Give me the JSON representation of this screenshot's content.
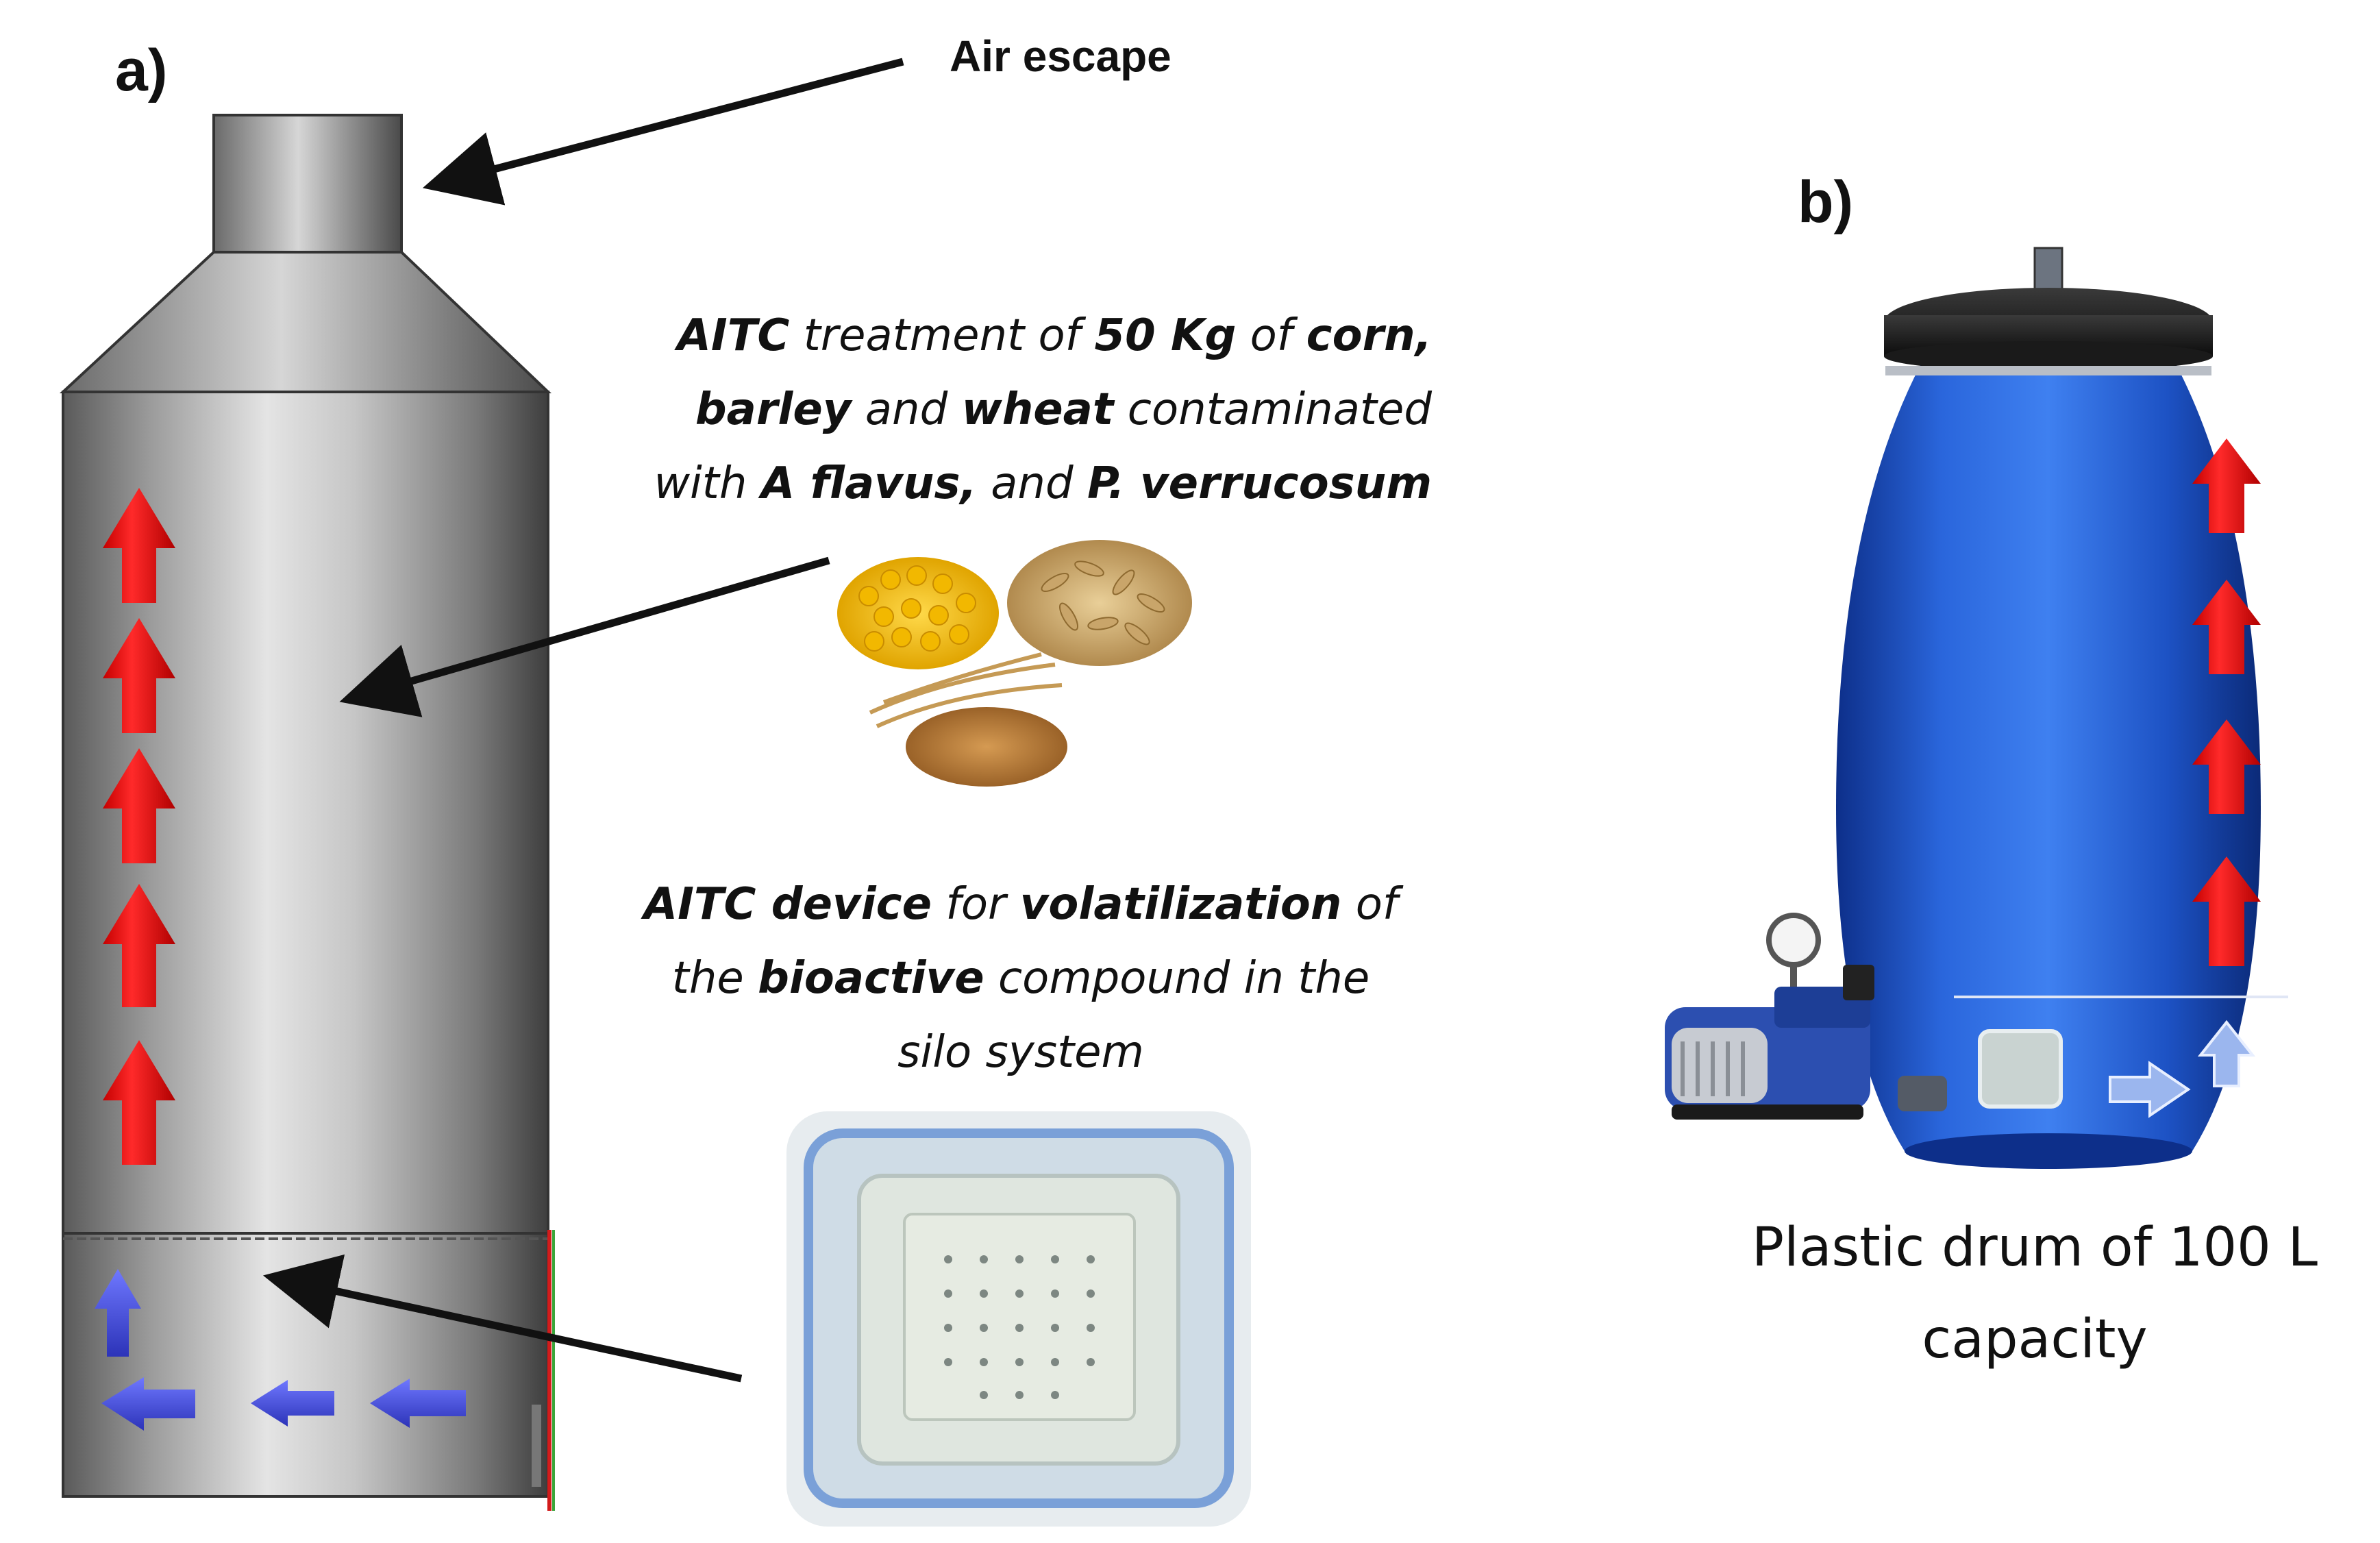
{
  "panels": {
    "a_label": "a)",
    "b_label": "b)"
  },
  "labels": {
    "air_escape": "Air escape",
    "treatment": {
      "line1": [
        {
          "t": "AITC",
          "b": true
        },
        {
          "t": " treatment of ",
          "b": false
        },
        {
          "t": "50 Kg",
          "b": true
        },
        {
          "t": " of ",
          "b": false
        },
        {
          "t": "corn,",
          "b": true
        }
      ],
      "line2": [
        {
          "t": "barley",
          "b": true
        },
        {
          "t": " and ",
          "b": false
        },
        {
          "t": "wheat",
          "b": true
        },
        {
          "t": " contaminated",
          "b": false
        }
      ],
      "line3": [
        {
          "t": "with ",
          "b": false
        },
        {
          "t": "A flavus,",
          "b": true
        },
        {
          "t": " and ",
          "b": false
        },
        {
          "t": "P. verrucosum",
          "b": true
        }
      ]
    },
    "device": {
      "line1": [
        {
          "t": "AITC device",
          "b": true
        },
        {
          "t": " for ",
          "b": false
        },
        {
          "t": "volatilization",
          "b": true
        },
        {
          "t": " of",
          "b": false
        }
      ],
      "line2": [
        {
          "t": "the ",
          "b": false
        },
        {
          "t": "bioactive",
          "b": true
        },
        {
          "t": " compound in the",
          "b": false
        }
      ],
      "line3": [
        {
          "t": "silo system",
          "b": false
        }
      ]
    },
    "drum_caption_line1": "Plastic drum of 100 L",
    "drum_caption_line2": "capacity"
  },
  "colors": {
    "silo_gray": "#9a9a9a",
    "upflow_arrow": "#ff1a1a",
    "inflow_arrow": "#3b45d6",
    "drum_blue": "#1f5fd6",
    "drum_lid": "#1c1c1c",
    "pointer_arrow": "#111111"
  },
  "icons": {
    "grain_photo": "grain-pile-icon",
    "device_photo": "perforated-container-icon",
    "vacuum_pump": "vacuum-pump-icon"
  }
}
